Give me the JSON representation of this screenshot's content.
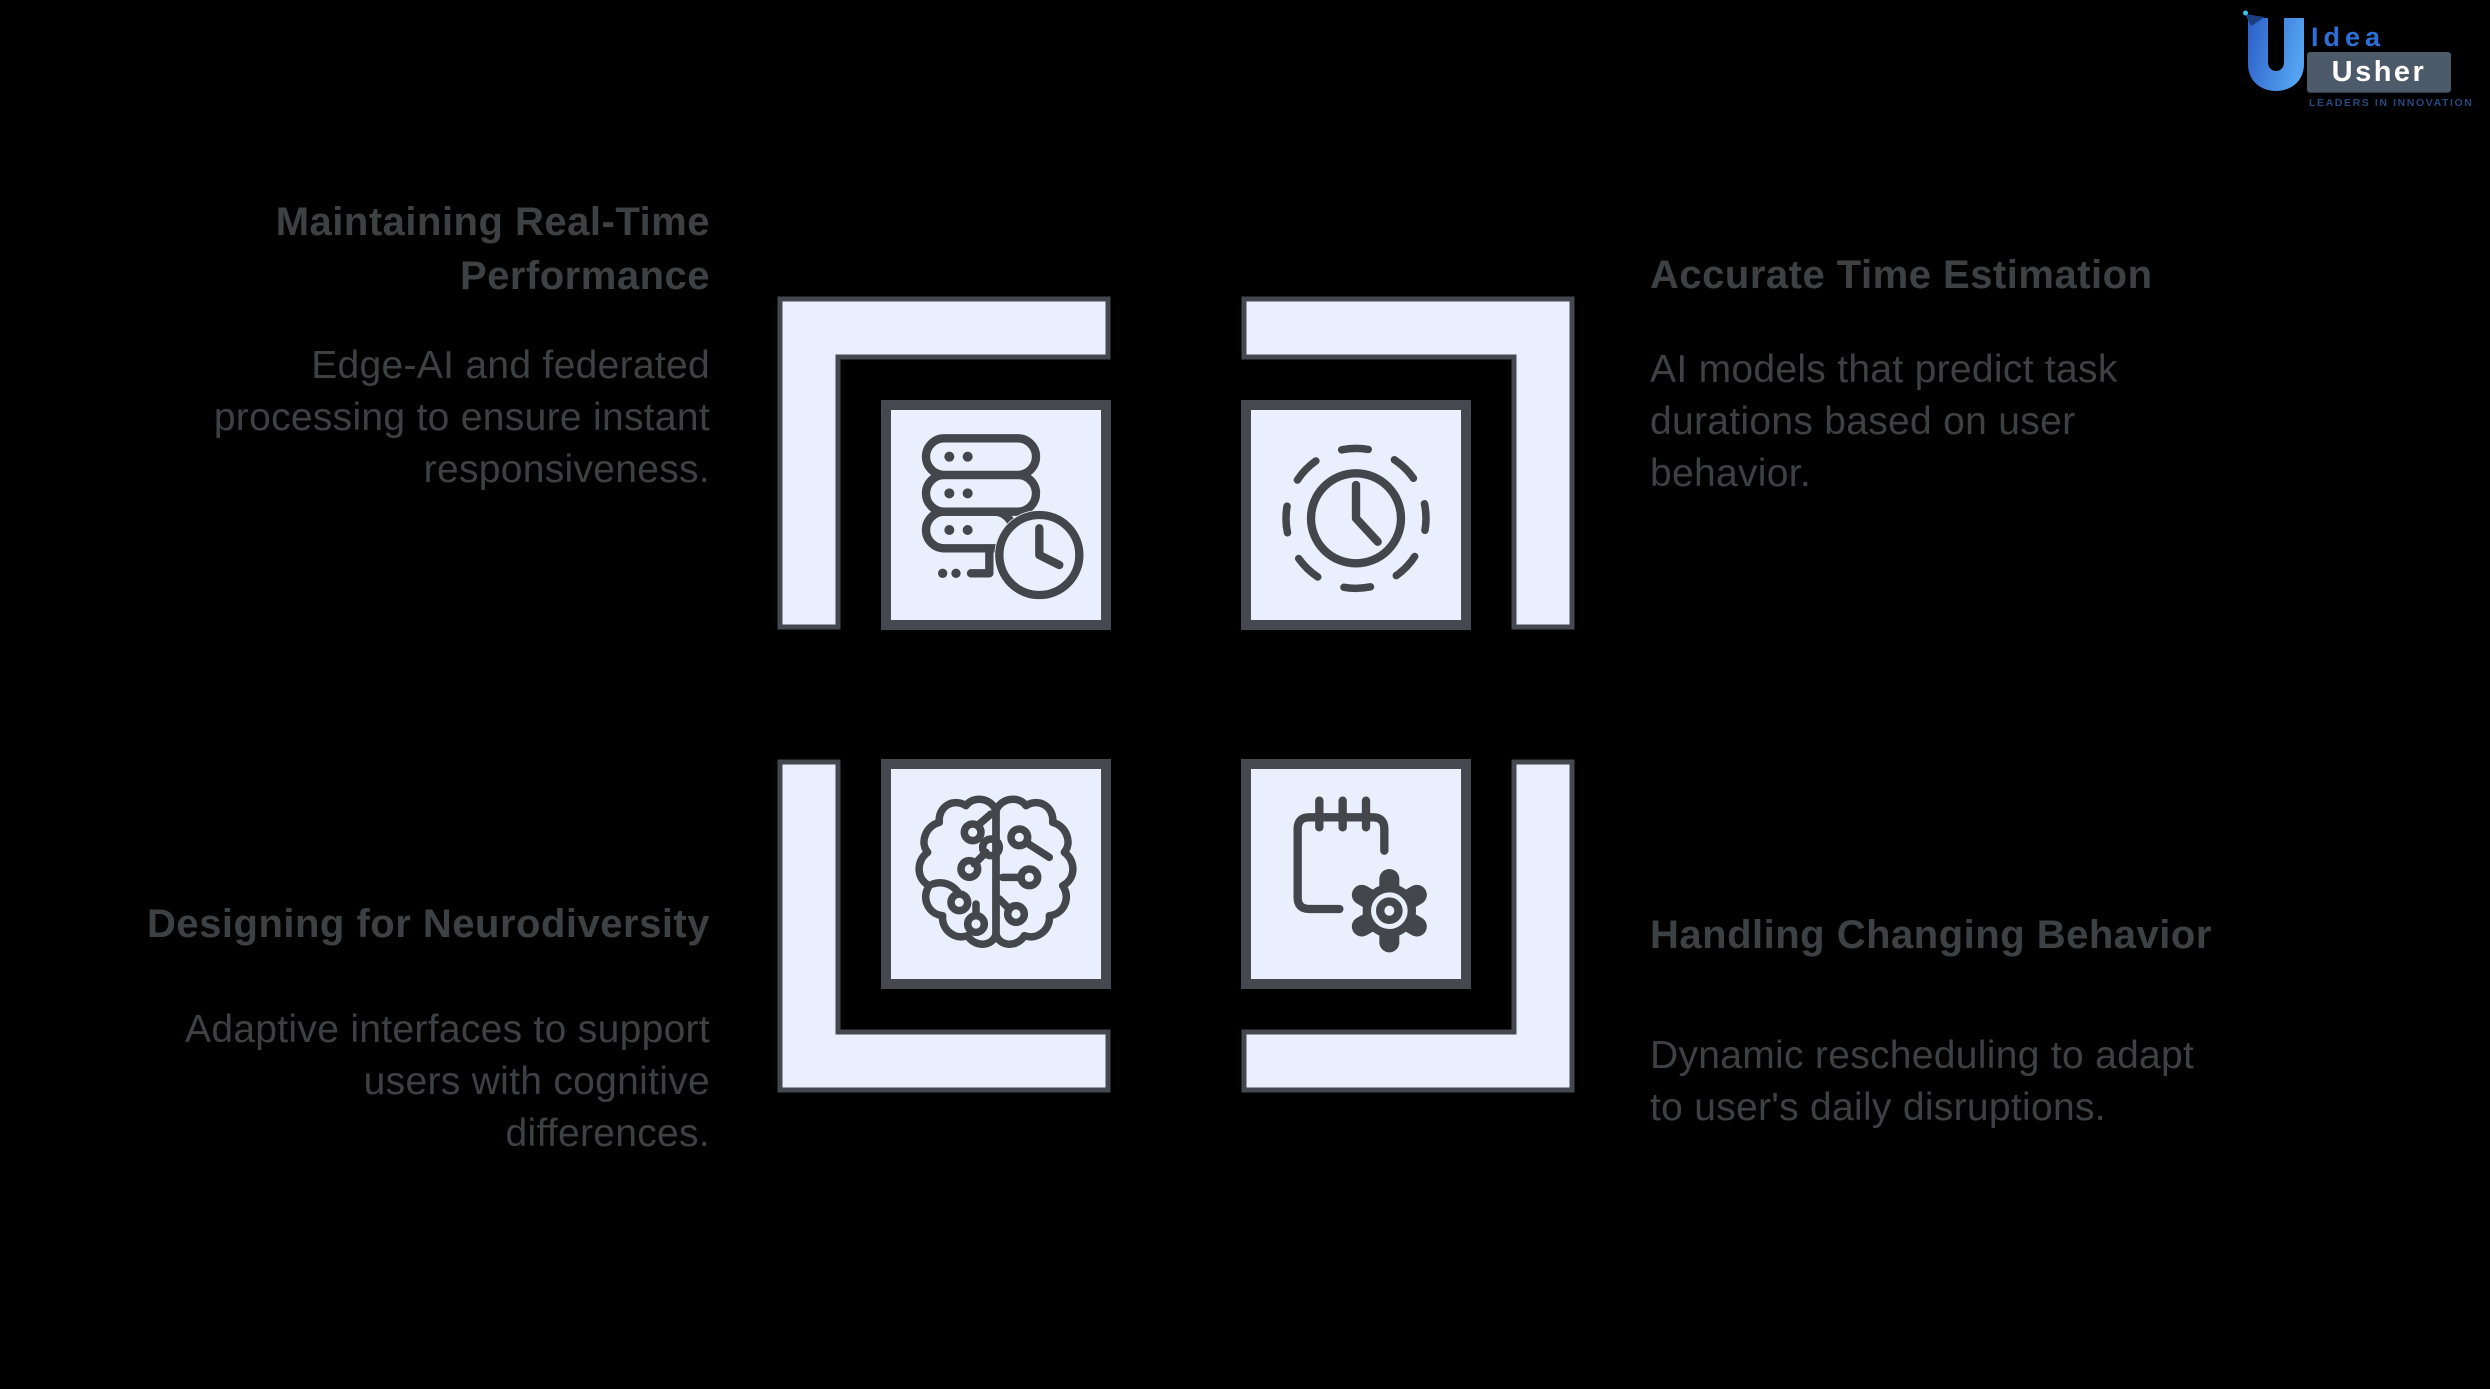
{
  "page": {
    "background": "#000000"
  },
  "logo": {
    "brand_top": "Idea",
    "brand_bottom": "Usher",
    "tagline": "LEADERS IN INNOVATION"
  },
  "features": {
    "top_left": {
      "icon": "server-clock-icon",
      "title_line1": "Maintaining Real-Time",
      "title_line2": "Performance",
      "desc_line1": "Edge-AI and federated",
      "desc_line2": "processing to ensure instant",
      "desc_line3": "responsiveness."
    },
    "top_right": {
      "icon": "clock-icon",
      "title_line1": "Accurate Time Estimation",
      "desc_line1": "AI models that predict task",
      "desc_line2": "durations based on user",
      "desc_line3": "behavior."
    },
    "bottom_left": {
      "icon": "brain-circuit-icon",
      "title_line1": "Designing for Neurodiversity",
      "desc_line1": "Adaptive interfaces to support",
      "desc_line2": "users with cognitive",
      "desc_line3": "differences."
    },
    "bottom_right": {
      "icon": "calendar-gear-icon",
      "title_line1": "Handling Changing Behavior",
      "desc_line1": "Dynamic rescheduling to adapt",
      "desc_line2": "to user's daily disruptions."
    }
  },
  "colors": {
    "background": "#000000",
    "tile_fill": "#e9effc",
    "tile_border": "#45494f",
    "icon_stroke": "#43474c",
    "text": "#3e4144",
    "logo_blue": "#2e6fd6",
    "logo_box": "#4d5a6a",
    "logo_tagline": "#26497f",
    "logo_u_gradient_start": "#2c5fc8",
    "logo_u_gradient_end": "#54a2f0"
  }
}
